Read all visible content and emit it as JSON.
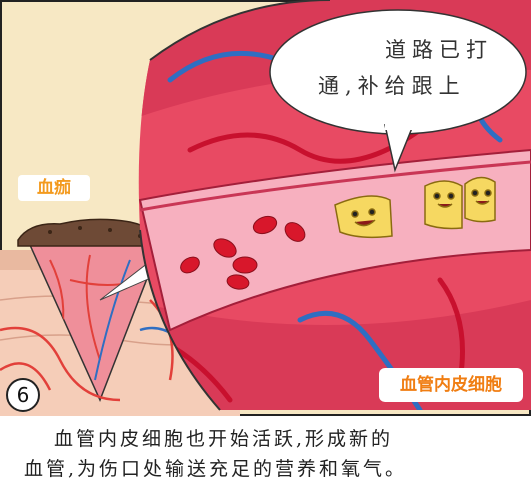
{
  "labels": {
    "scab": "血痂",
    "endothelial_cell": "血管内皮细胞"
  },
  "speech_bubble": {
    "line1": "道路已打",
    "line2": "通,补给跟上"
  },
  "panel_number": "6",
  "caption": {
    "line1": "血管内皮细胞也开始活跃,形成新的",
    "line2": "血管,为伤口处输送充足的营养和氧气。"
  }
}
